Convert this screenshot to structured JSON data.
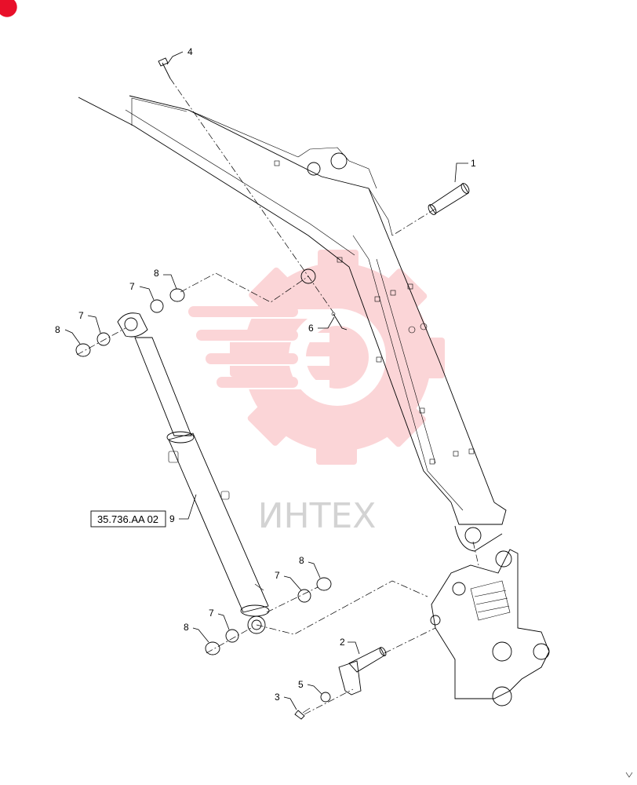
{
  "watermark": {
    "text": "ИНТЕХ",
    "color": "#f46b74"
  },
  "reference": {
    "label": "35.736.AA 02"
  },
  "callouts": [
    {
      "id": "c1",
      "text": "1"
    },
    {
      "id": "c2",
      "text": "2"
    },
    {
      "id": "c3",
      "text": "3"
    },
    {
      "id": "c4",
      "text": "4"
    },
    {
      "id": "c5",
      "text": "5"
    },
    {
      "id": "c6",
      "text": "6"
    },
    {
      "id": "c7a",
      "text": "7"
    },
    {
      "id": "c7b",
      "text": "7"
    },
    {
      "id": "c7c",
      "text": "7"
    },
    {
      "id": "c7d",
      "text": "7"
    },
    {
      "id": "c8a",
      "text": "8"
    },
    {
      "id": "c8b",
      "text": "8"
    },
    {
      "id": "c8c",
      "text": "8"
    },
    {
      "id": "c8d",
      "text": "8"
    },
    {
      "id": "c9",
      "text": "9"
    }
  ]
}
